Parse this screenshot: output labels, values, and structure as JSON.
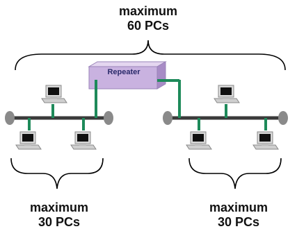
{
  "diagram": {
    "top_label": {
      "line1": "maximum",
      "line2": "60 PCs"
    },
    "left_label": {
      "line1": "maximum",
      "line2": "30 PCs"
    },
    "right_label": {
      "line1": "maximum",
      "line2": "30 PCs"
    },
    "repeater_label": "Repeater",
    "colors": {
      "cable": "#3a3a3a",
      "drop_line": "#1e8a5a",
      "terminator": "#8a8a8a",
      "repeater_front": "#c9b2e0",
      "repeater_top": "#e4d6f0",
      "repeater_side": "#a88cc6",
      "bracket": "#000000"
    }
  }
}
